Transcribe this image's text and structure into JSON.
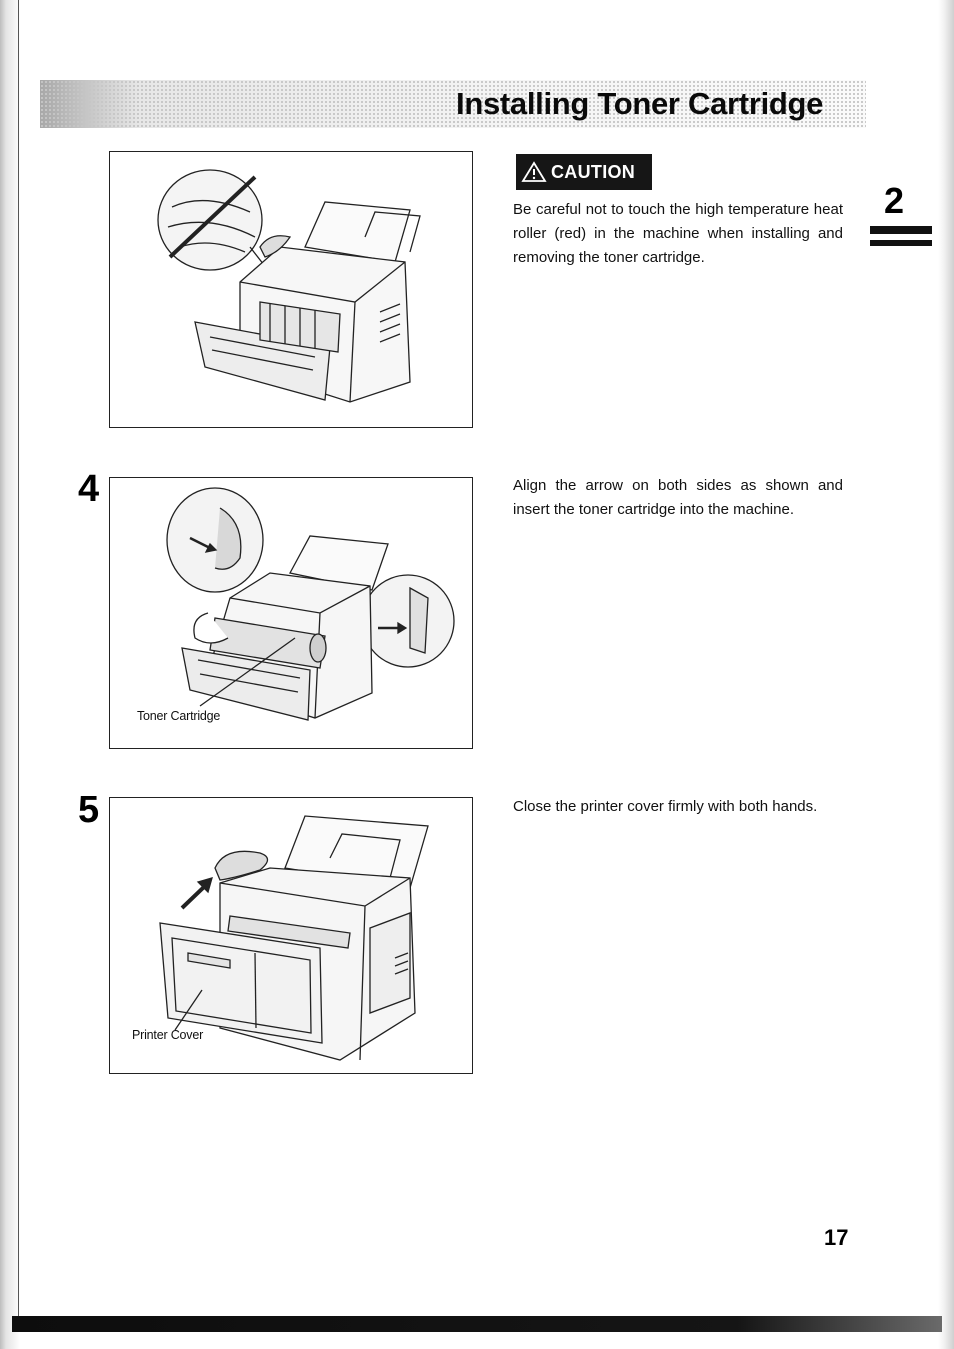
{
  "header": {
    "title": "Installing Toner Cartridge"
  },
  "chapter": {
    "number": "2"
  },
  "caution": {
    "label": "CAUTION",
    "text": "Be careful not to touch the high temperature heat roller (red) in the machine when installing and removing the toner cartridge."
  },
  "steps": [
    {
      "number": "4",
      "text": "Align the arrow on both sides as shown and insert the toner cartridge into the machine.",
      "figure_label": "Toner Cartridge"
    },
    {
      "number": "5",
      "text": "Close the printer cover firmly with both hands.",
      "figure_label": "Printer Cover"
    }
  ],
  "footer": {
    "page_number": "17"
  },
  "colors": {
    "text": "#111111",
    "badge": "#161616",
    "band": "#0d0d0d"
  }
}
